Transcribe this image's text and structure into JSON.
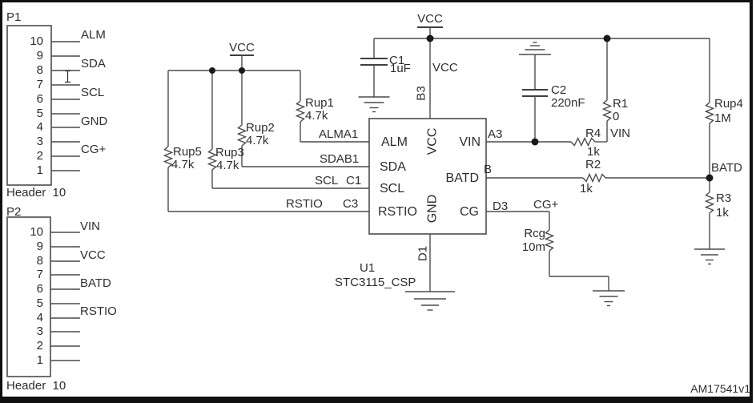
{
  "schematic": {
    "doc_code": "AM17541v1",
    "p1": {
      "ref": "P1",
      "footer": "Header  10",
      "pins": [
        "10",
        "9",
        "8",
        "7",
        "6",
        "5",
        "4",
        "3",
        "2",
        "1"
      ],
      "signals": {
        "alm": "ALM",
        "sda": "SDA",
        "scl": "SCL",
        "gnd": "GND",
        "cgp": "CG+"
      }
    },
    "p2": {
      "ref": "P2",
      "footer": "Header  10",
      "pins": [
        "10",
        "9",
        "8",
        "7",
        "6",
        "5",
        "4",
        "3",
        "2",
        "1"
      ],
      "signals": {
        "vin": "VIN",
        "vcc": "VCC",
        "batd": "BATD",
        "rstio": "RSTIO"
      }
    },
    "u1": {
      "ref": "U1",
      "part": "STC3115_CSP",
      "pins": {
        "alm": "ALM",
        "sda": "SDA",
        "scl": "SCL",
        "rstio": "RSTIO",
        "vin": "VIN",
        "batd": "BATD",
        "cg": "CG",
        "vcc": "VCC",
        "gnd": "GND"
      },
      "designators": {
        "vcc": "B3",
        "gnd": "D1",
        "vin": "A3",
        "batd": "B",
        "cg": "D3"
      }
    },
    "nets": {
      "vcc_power_top": "VCC",
      "vcc_power_left": "VCC",
      "vcc": "VCC",
      "vin": "VIN",
      "batd": "BATD",
      "cg_plus": "CG+",
      "alm": "ALMA1",
      "sda": "SDAB1",
      "scl": "SCL",
      "scl_des": "C1",
      "rstio": "RSTIO",
      "rstio_des": "C3"
    },
    "parts": {
      "c1": {
        "ref": "C1",
        "value": "1uF"
      },
      "c2": {
        "ref": "C2",
        "value": "220nF"
      },
      "rup1": {
        "ref": "Rup1",
        "value": "4.7k"
      },
      "rup2": {
        "ref": "Rup2",
        "value": "4.7k"
      },
      "rup3": {
        "ref": "Rup3",
        "value": "4.7k"
      },
      "rup4": {
        "ref": "Rup4",
        "value": "1M"
      },
      "rup5": {
        "ref": "Rup5",
        "value": "4.7k"
      },
      "r1": {
        "ref": "R1",
        "value": "0"
      },
      "r2": {
        "ref": "R2",
        "value": "1k"
      },
      "r3": {
        "ref": "R3",
        "value": "1k"
      },
      "r4": {
        "ref": "R4",
        "value": "1k"
      },
      "rcg": {
        "ref": "Rcg",
        "value": "10m"
      }
    }
  }
}
